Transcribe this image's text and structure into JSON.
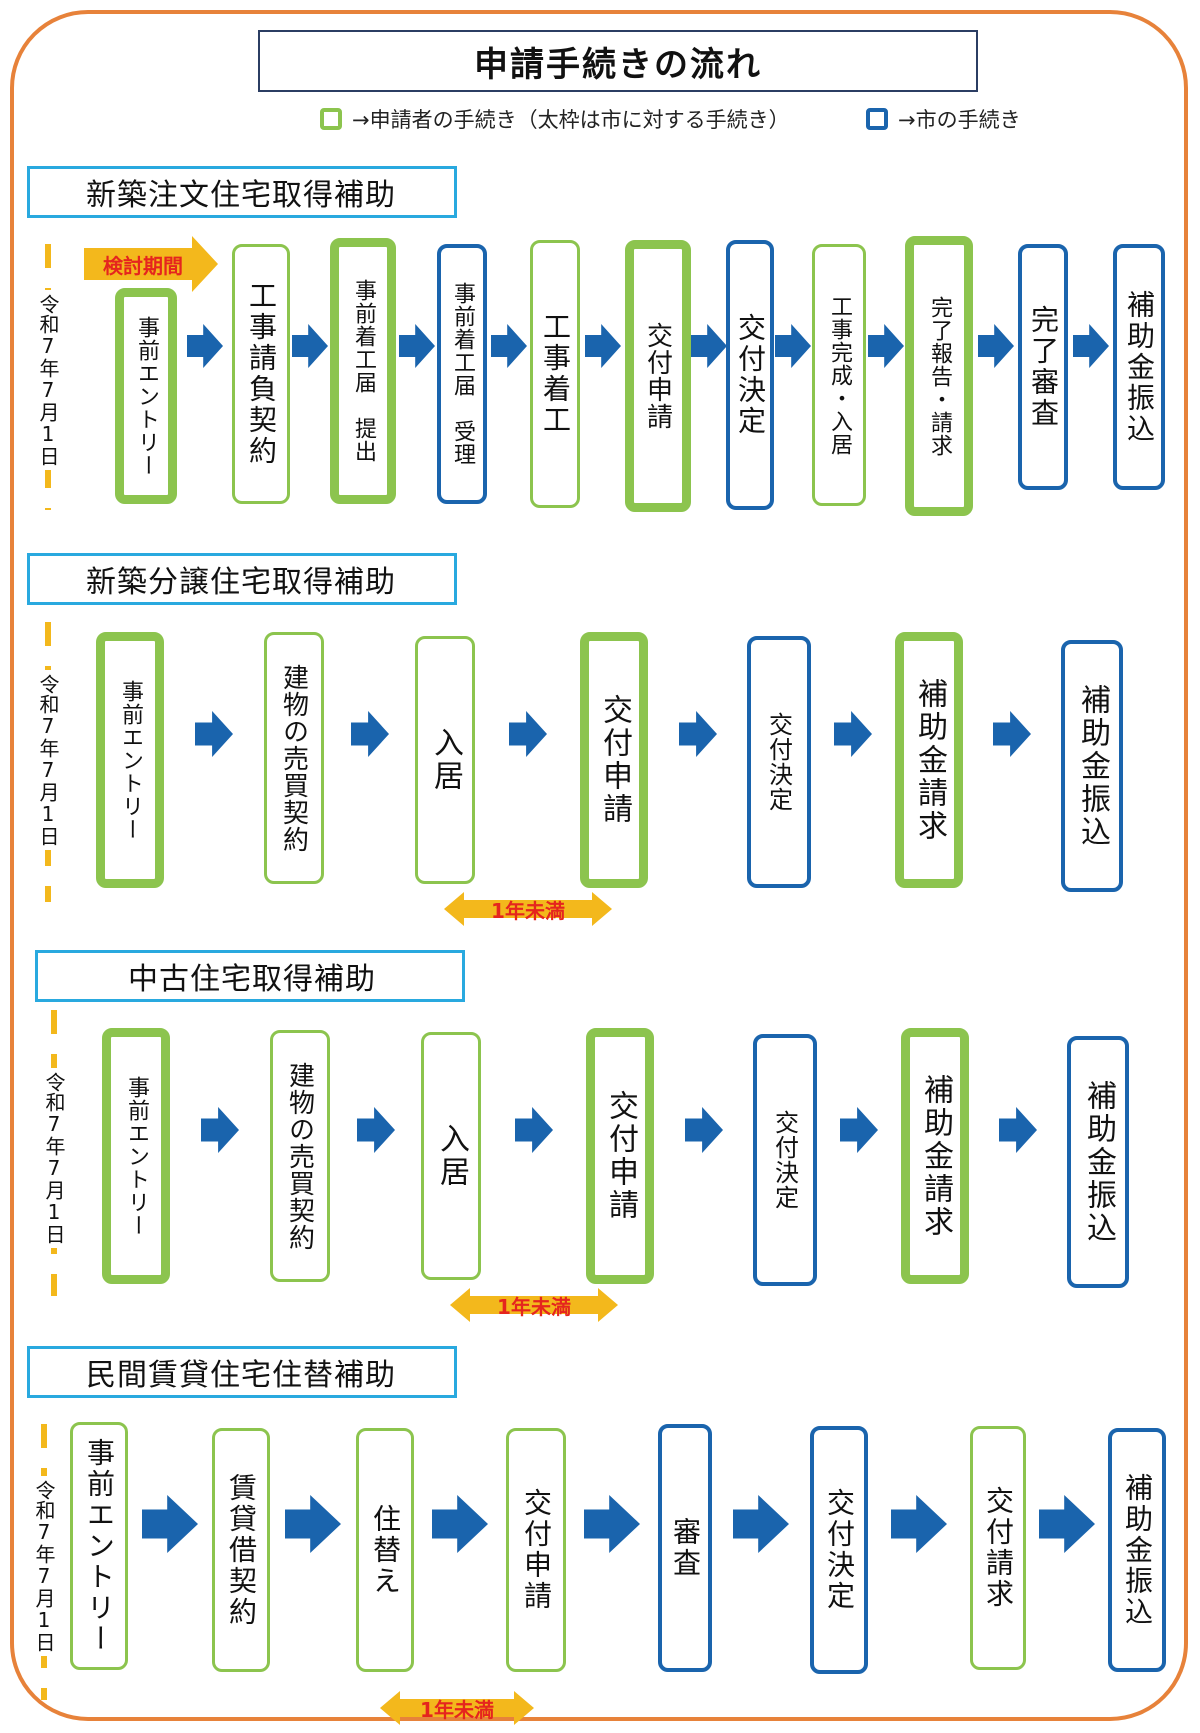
{
  "title": "申請手続きの流れ",
  "legend": {
    "applicant": "→申請者の手続き（太枠は市に対する手続き）",
    "city": "→市の手続き"
  },
  "colors": {
    "applicant": "#8cc44e",
    "city": "#1a64ad",
    "frame": "#e7823a",
    "accent": "#f3b81c",
    "note": "#e5251e"
  },
  "date_label": "令和7年7月1日",
  "period_label": "検討期間",
  "gap_label": "1年未満",
  "sections": [
    {
      "title": "新築注文住宅取得補助",
      "steps": [
        {
          "label": "事前エントリー",
          "kind": "applicant-bold"
        },
        {
          "label": "工事請負契約",
          "kind": "applicant"
        },
        {
          "label": "事前着工届　提出",
          "kind": "applicant-bold"
        },
        {
          "label": "事前着工届　受理",
          "kind": "city"
        },
        {
          "label": "工事着工",
          "kind": "applicant"
        },
        {
          "label": "交付申請",
          "kind": "applicant-bold"
        },
        {
          "label": "交付決定",
          "kind": "city"
        },
        {
          "label": "工事完成・入居",
          "kind": "applicant"
        },
        {
          "label": "完了報告・請求",
          "kind": "applicant-bold"
        },
        {
          "label": "完了審査",
          "kind": "city"
        },
        {
          "label": "補助金振込",
          "kind": "city"
        }
      ]
    },
    {
      "title": "新築分譲住宅取得補助",
      "steps": [
        {
          "label": "事前エントリー",
          "kind": "applicant-bold"
        },
        {
          "label": "建物の売買契約",
          "kind": "applicant"
        },
        {
          "label": "入居",
          "kind": "applicant"
        },
        {
          "label": "交付申請",
          "kind": "applicant-bold"
        },
        {
          "label": "交付決定",
          "kind": "city"
        },
        {
          "label": "補助金請求",
          "kind": "applicant-bold"
        },
        {
          "label": "補助金振込",
          "kind": "city"
        }
      ]
    },
    {
      "title": "中古住宅取得補助",
      "steps": [
        {
          "label": "事前エントリー",
          "kind": "applicant-bold"
        },
        {
          "label": "建物の売買契約",
          "kind": "applicant"
        },
        {
          "label": "入居",
          "kind": "applicant"
        },
        {
          "label": "交付申請",
          "kind": "applicant-bold"
        },
        {
          "label": "交付決定",
          "kind": "city"
        },
        {
          "label": "補助金請求",
          "kind": "applicant-bold"
        },
        {
          "label": "補助金振込",
          "kind": "city"
        }
      ]
    },
    {
      "title": "民間賃貸住宅住替補助",
      "steps": [
        {
          "label": "事前エントリー",
          "kind": "applicant"
        },
        {
          "label": "賃貸借契約",
          "kind": "applicant"
        },
        {
          "label": "住替え",
          "kind": "applicant"
        },
        {
          "label": "交付申請",
          "kind": "applicant"
        },
        {
          "label": "審査",
          "kind": "city"
        },
        {
          "label": "交付決定",
          "kind": "city"
        },
        {
          "label": "交付請求",
          "kind": "applicant"
        },
        {
          "label": "補助金振込",
          "kind": "city"
        }
      ]
    }
  ]
}
